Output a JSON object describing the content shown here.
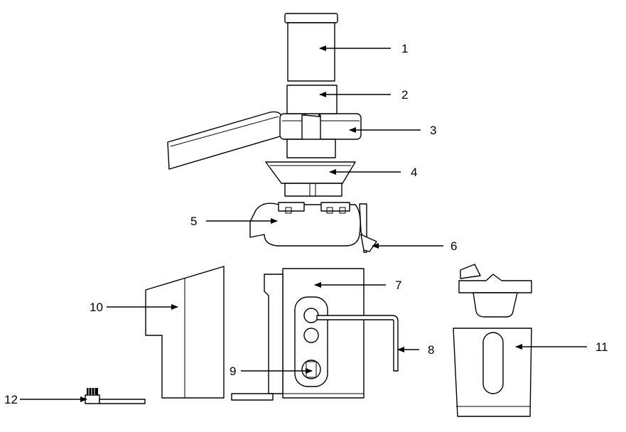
{
  "colors": {
    "line": "#000000",
    "background": "#ffffff"
  },
  "parts": [
    {
      "number": "1"
    },
    {
      "number": "2"
    },
    {
      "number": "3"
    },
    {
      "number": "4"
    },
    {
      "number": "5"
    },
    {
      "number": "6"
    },
    {
      "number": "7"
    },
    {
      "number": "8"
    },
    {
      "number": "9"
    },
    {
      "number": "10"
    },
    {
      "number": "11"
    },
    {
      "number": "12"
    }
  ]
}
